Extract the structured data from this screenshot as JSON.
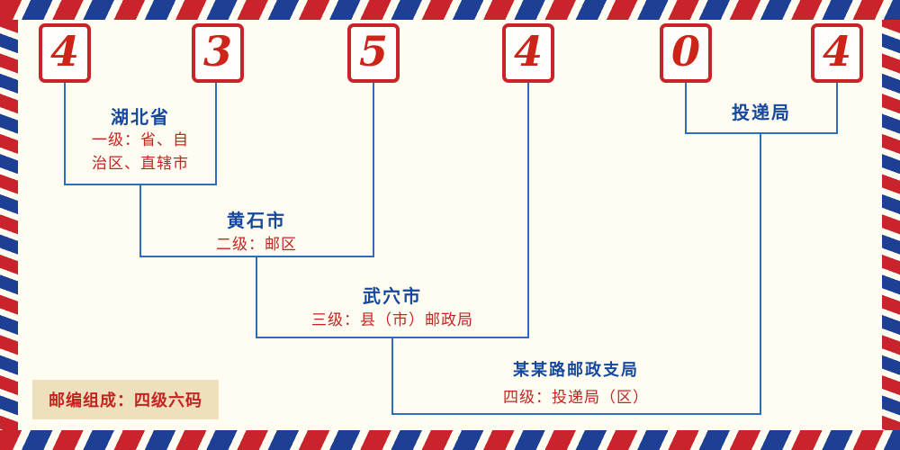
{
  "postal": {
    "digits": [
      "4",
      "3",
      "5",
      "4",
      "0",
      "4"
    ]
  },
  "levels": [
    {
      "name": "湖北省",
      "desc": "一级：省、自\n治区、直辖市"
    },
    {
      "name": "黄石市",
      "desc": "二级：邮区"
    },
    {
      "name": "武穴市",
      "desc": "三级：县（市）邮政局"
    },
    {
      "name": "某某路邮政支局",
      "desc": "四级：投递局（区）"
    }
  ],
  "delivery_office_label": "投递局",
  "footer": {
    "composition_note": "邮编组成：四级六码"
  },
  "colors": {
    "digit_red": "#cc2418",
    "box_border_red": "#c9232b",
    "label_blue": "#16489e",
    "desc_red": "#c42421",
    "line_blue": "#2e6cc0",
    "note_bg": "#eee0bc",
    "stripe_red": "#c9232b",
    "stripe_blue": "#1d3f94",
    "background": "#fffdf2"
  }
}
